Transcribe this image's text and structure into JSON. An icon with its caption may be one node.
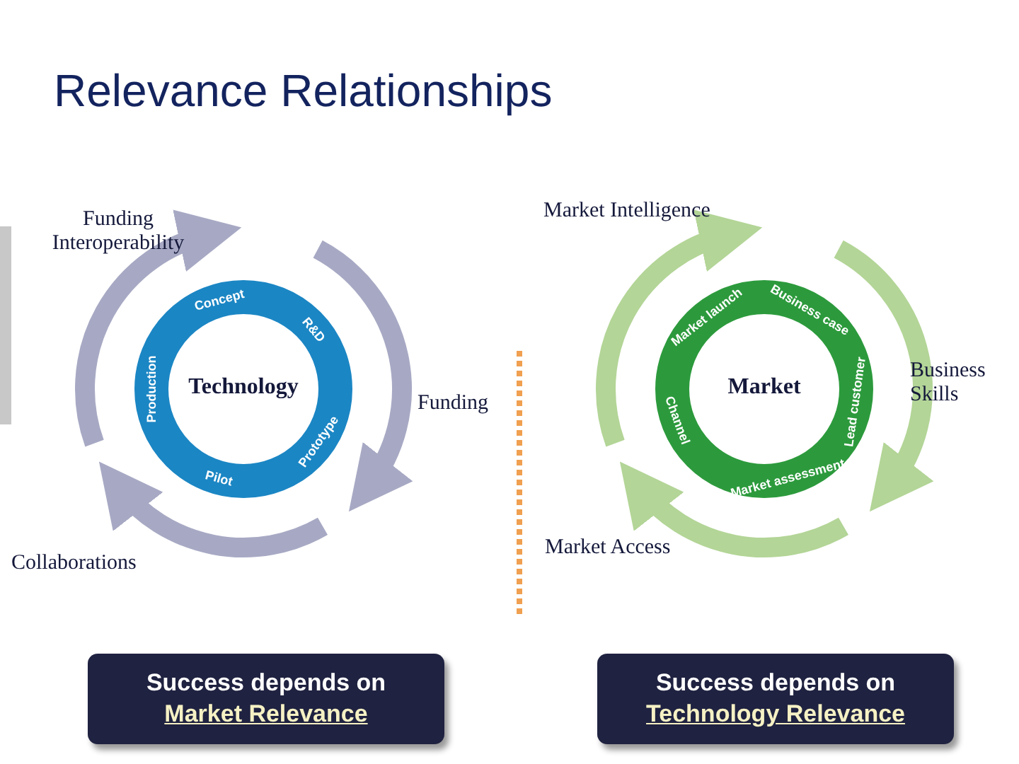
{
  "diagram": {
    "title": "Relevance Relationships",
    "nodes": [
      {
        "text": [
          "Technology"
        ]
      },
      {
        "text": [
          "Concept"
        ],
        "in": 0
      },
      {
        "text": [
          "R&D"
        ],
        "in": 0
      },
      {
        "text": [
          "Prototype"
        ],
        "in": 0
      },
      {
        "text": [
          "Pilot"
        ],
        "in": 0
      },
      {
        "text": [
          "Production"
        ],
        "in": 0
      },
      {
        "text": [
          "Market"
        ]
      },
      {
        "text": [
          "Business case"
        ],
        "in": 6
      },
      {
        "text": [
          "Lead customer"
        ],
        "in": 6
      },
      {
        "text": [
          "Market assessment"
        ],
        "in": 6
      },
      {
        "text": [
          "Channel"
        ],
        "in": 6
      },
      {
        "text": [
          "Market launch"
        ],
        "in": 6
      },
      {
        "text": [
          "Success depends on",
          "Market Relevance"
        ]
      },
      {
        "text": [
          "Success depends on",
          "Technology Relevance"
        ]
      }
    ],
    "edges": [],
    "labels": [
      "Funding Interoperability",
      "Market Intelligence",
      "Funding",
      "Business Skills",
      "Collaborations",
      "Market Access"
    ]
  }
}
